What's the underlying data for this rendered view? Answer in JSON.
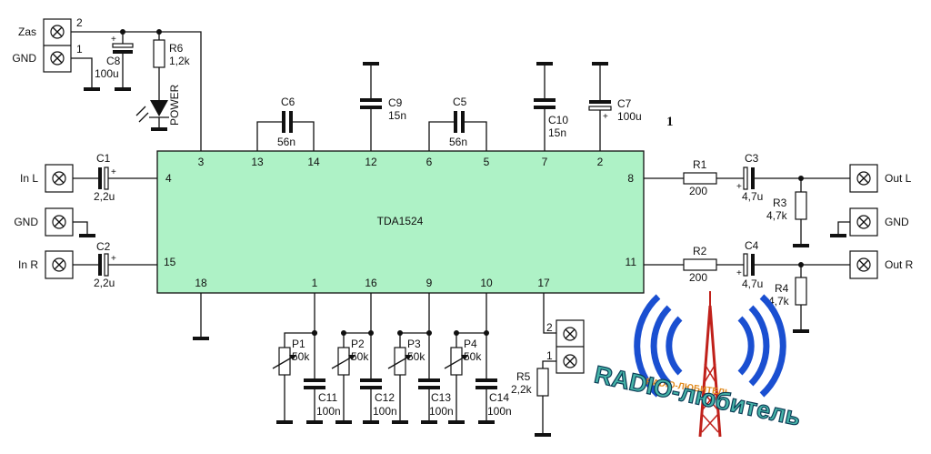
{
  "chip": {
    "name": "TDA1524"
  },
  "page_marker": "1",
  "power_in": {
    "zas": "Zas",
    "gnd": "GND",
    "pin2": "2",
    "pin1": "1"
  },
  "power_parts": {
    "c8_name": "C8",
    "c8_val": "100u",
    "r6_name": "R6",
    "r6_val": "1,2k",
    "led_label": "POWER"
  },
  "top_caps": {
    "c6_name": "C6",
    "c6_val": "56n",
    "c9_name": "C9",
    "c9_val": "15n",
    "c5_name": "C5",
    "c5_val": "56n",
    "c10_name": "C10",
    "c10_val": "15n",
    "c7_name": "C7",
    "c7_val": "100u"
  },
  "pins": {
    "p3": "3",
    "p13": "13",
    "p14": "14",
    "p12": "12",
    "p6": "6",
    "p5": "5",
    "p7": "7",
    "p2": "2",
    "p4": "4",
    "p15": "15",
    "p8": "8",
    "p11": "11",
    "p18": "18",
    "p1": "1",
    "p16": "16",
    "p9": "9",
    "p10": "10",
    "p17": "17"
  },
  "inputs": {
    "in_l": "In L",
    "gnd": "GND",
    "in_r": "In R",
    "c1_name": "C1",
    "c1_val": "2,2u",
    "c2_name": "C2",
    "c2_val": "2,2u"
  },
  "outputs": {
    "r1_name": "R1",
    "r1_val": "200",
    "r2_name": "R2",
    "r2_val": "200",
    "c3_name": "C3",
    "c3_val": "4,7u",
    "c4_name": "C4",
    "c4_val": "4,7u",
    "r3_name": "R3",
    "r3_val": "4,7k",
    "r4_name": "R4",
    "r4_val": "4,7k",
    "out_l": "Out L",
    "gnd": "GND",
    "out_r": "Out R"
  },
  "controls": {
    "p1_name": "P1",
    "p1_val": "50k",
    "p2_name": "P2",
    "p2_val": "50k",
    "p3_name": "P3",
    "p3_val": "50k",
    "p4_name": "P4",
    "p4_val": "50k",
    "c11_name": "C11",
    "c11_val": "100n",
    "c12_name": "C12",
    "c12_val": "100n",
    "c13_name": "C13",
    "c13_val": "100n",
    "c14_name": "C14",
    "c14_val": "100n",
    "r5_name": "R5",
    "r5_val": "2,2k",
    "pin17_term2": "2",
    "pin17_term1": "1"
  },
  "logo": {
    "text": "RADIO-любитель",
    "arc_text": "RADIO-ЛЮБИТЕЛЬ"
  }
}
